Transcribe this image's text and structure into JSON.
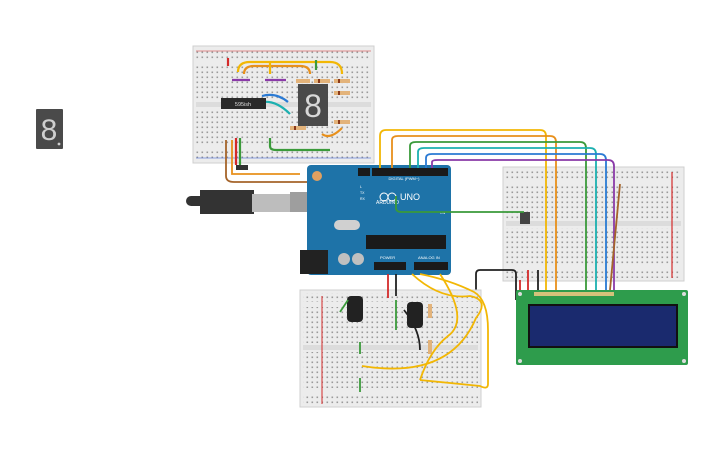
{
  "components": {
    "arduino": {
      "brand": "ARDUINO",
      "model": "UNO",
      "labels": {
        "digital": "DIGITAL (PWM~)",
        "power": "POWER",
        "analog": "ANALOG IN",
        "tx": "TX",
        "rx": "RX",
        "l": "L",
        "on": "ON"
      }
    },
    "ic": {
      "label": "595ish"
    },
    "lcd": {
      "pins": "16"
    },
    "seven_segment_top": {
      "digit": "8"
    },
    "seven_segment_left": {
      "digit": "8"
    }
  },
  "colors": {
    "breadboard": "#ececec",
    "arduino": "#1e73a8",
    "lcd_pcb": "#2e9c4c",
    "lcd_screen": "#1a2a6e",
    "wire_yellow": "#f2b705",
    "wire_green": "#3a9a3a",
    "wire_red": "#d42a2a",
    "wire_black": "#222222",
    "wire_orange": "#e8901c",
    "wire_purple": "#8a3aa8",
    "wire_blue": "#2a7ad4",
    "wire_teal": "#1cb0b0",
    "wire_brown": "#a5642a"
  }
}
